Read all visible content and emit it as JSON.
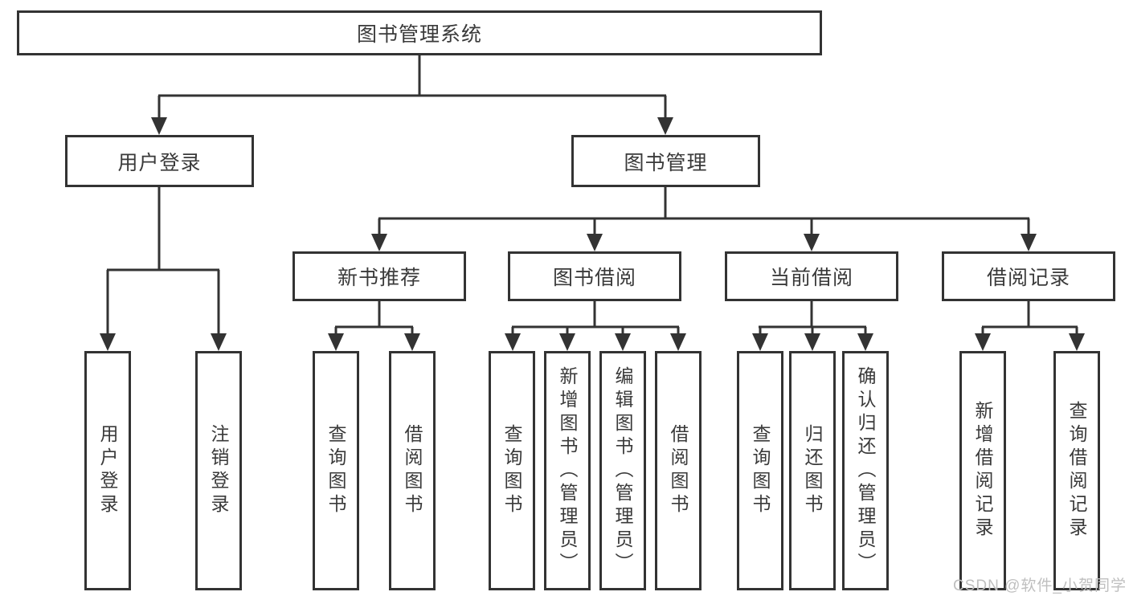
{
  "diagram": {
    "root": {
      "label": "图书管理系统"
    },
    "level2": [
      {
        "label": "用户登录"
      },
      {
        "label": "图书管理"
      }
    ],
    "level3": [
      {
        "label": "新书推荐"
      },
      {
        "label": "图书借阅"
      },
      {
        "label": "当前借阅"
      },
      {
        "label": "借阅记录"
      }
    ],
    "leaves": {
      "user_login": [
        "用户登录",
        "注销登录"
      ],
      "new_book": [
        "查询图书",
        "借阅图书"
      ],
      "book_borrow": [
        "查询图书",
        "新增图书（管理员）",
        "编辑图书（管理员）",
        "借阅图书"
      ],
      "current_borrow": [
        "查询图书",
        "归还图书",
        "确认归还（管理员）"
      ],
      "borrow_record": [
        "新增借阅记录",
        "查询借阅记录"
      ]
    },
    "watermark": "CSDN @软件_小贺同学",
    "colors": {
      "line": "#333333",
      "text": "#3a3a3a",
      "watermark": "#bfbfbf",
      "background": "#ffffff"
    }
  }
}
